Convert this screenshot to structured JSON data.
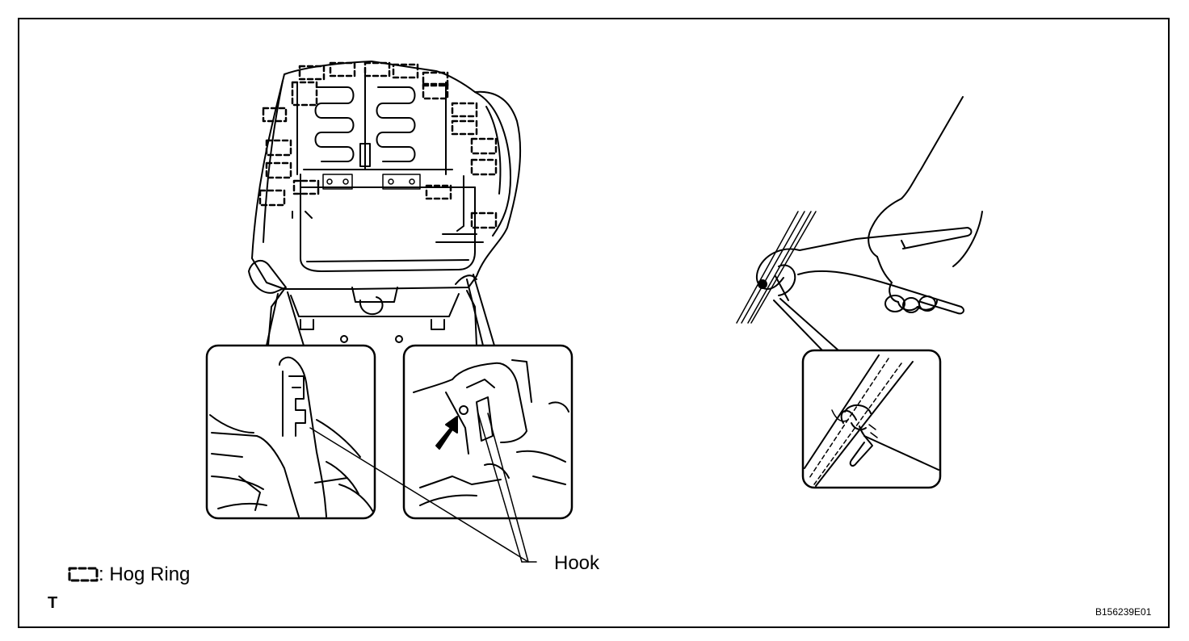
{
  "labels": {
    "hook": "Hook",
    "legend_symbol_name": "hog-ring-symbol",
    "legend_text": ": Hog Ring",
    "view_code": "T",
    "figure_id": "B156239E01"
  },
  "colors": {
    "line": "#000000",
    "background": "#ffffff"
  }
}
